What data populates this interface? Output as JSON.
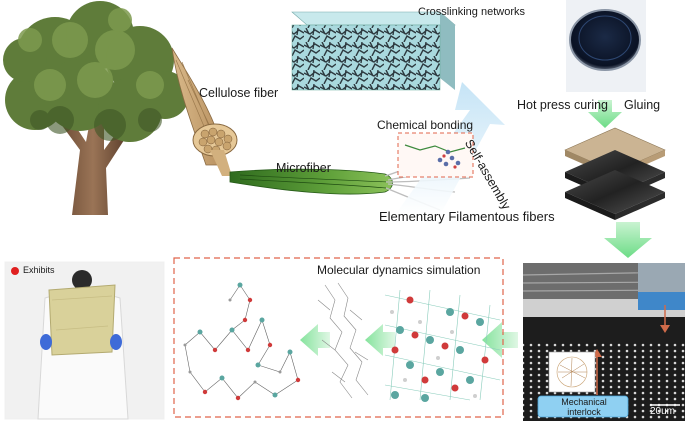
{
  "labels": {
    "crosslinking": "Crosslinking networks",
    "cellulose_fiber": "Cellulose fiber",
    "microfiber": "Microfiber",
    "chemical_bonding": "Chemical bonding",
    "self_assembly": "Self-assembly",
    "elementary_fibers": "Elementary Filamentous fibers",
    "hot_press": "Hot press curing",
    "gluing": "Gluing",
    "exhibits": "Exhibits",
    "md_simulation": "Molecular dynamics simulation",
    "mechanical_interlock": "Mechanical interlock",
    "scale_bar": "20um"
  },
  "colors": {
    "arrow_green": "#8fe6a2",
    "dashed_border": "#e0654b",
    "self_assembly_arrow": "#cfe8f7",
    "interlock_box": "#8fd0f2",
    "exhibit_dot": "#e02020"
  }
}
